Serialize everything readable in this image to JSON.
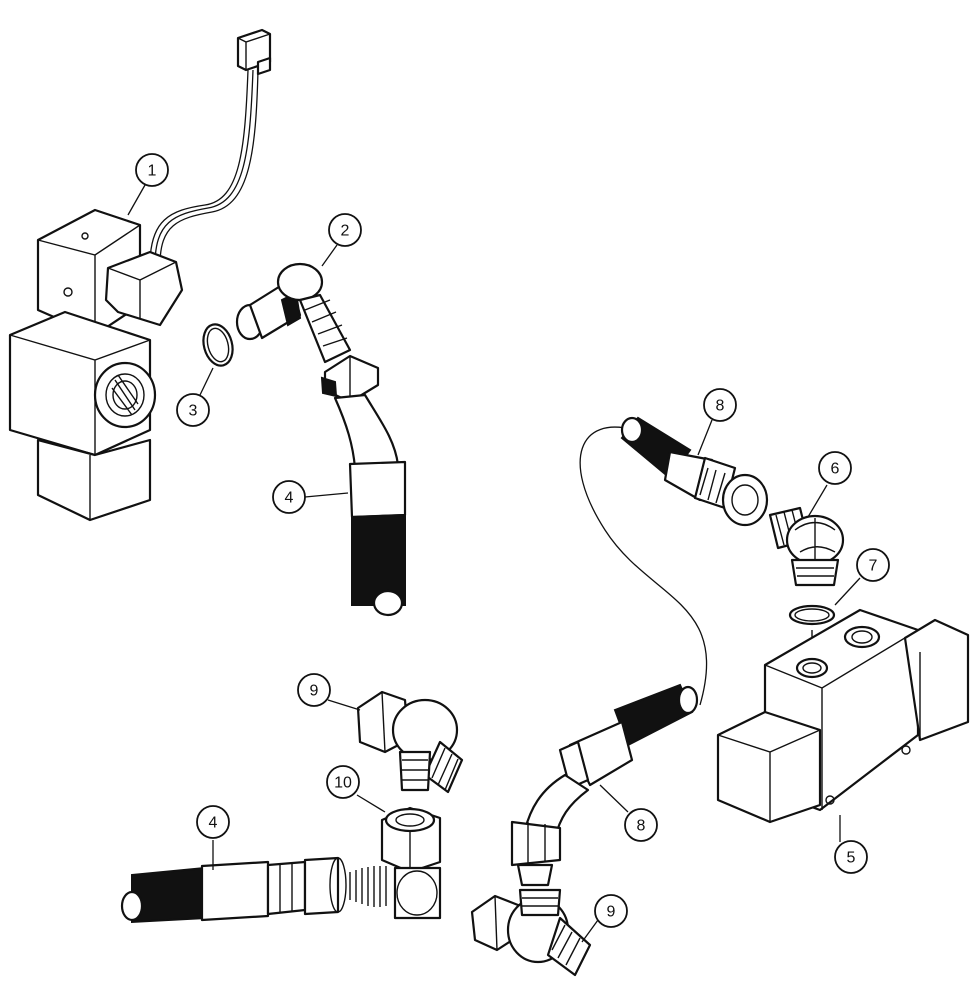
{
  "callouts": [
    {
      "id": "1",
      "label": "1"
    },
    {
      "id": "2",
      "label": "2"
    },
    {
      "id": "3",
      "label": "3"
    },
    {
      "id": "4a",
      "label": "4"
    },
    {
      "id": "8a",
      "label": "8"
    },
    {
      "id": "6",
      "label": "6"
    },
    {
      "id": "7",
      "label": "7"
    },
    {
      "id": "9a",
      "label": "9"
    },
    {
      "id": "10",
      "label": "10"
    },
    {
      "id": "4b",
      "label": "4"
    },
    {
      "id": "8b",
      "label": "8"
    },
    {
      "id": "5",
      "label": "5"
    },
    {
      "id": "9b",
      "label": "9"
    }
  ]
}
